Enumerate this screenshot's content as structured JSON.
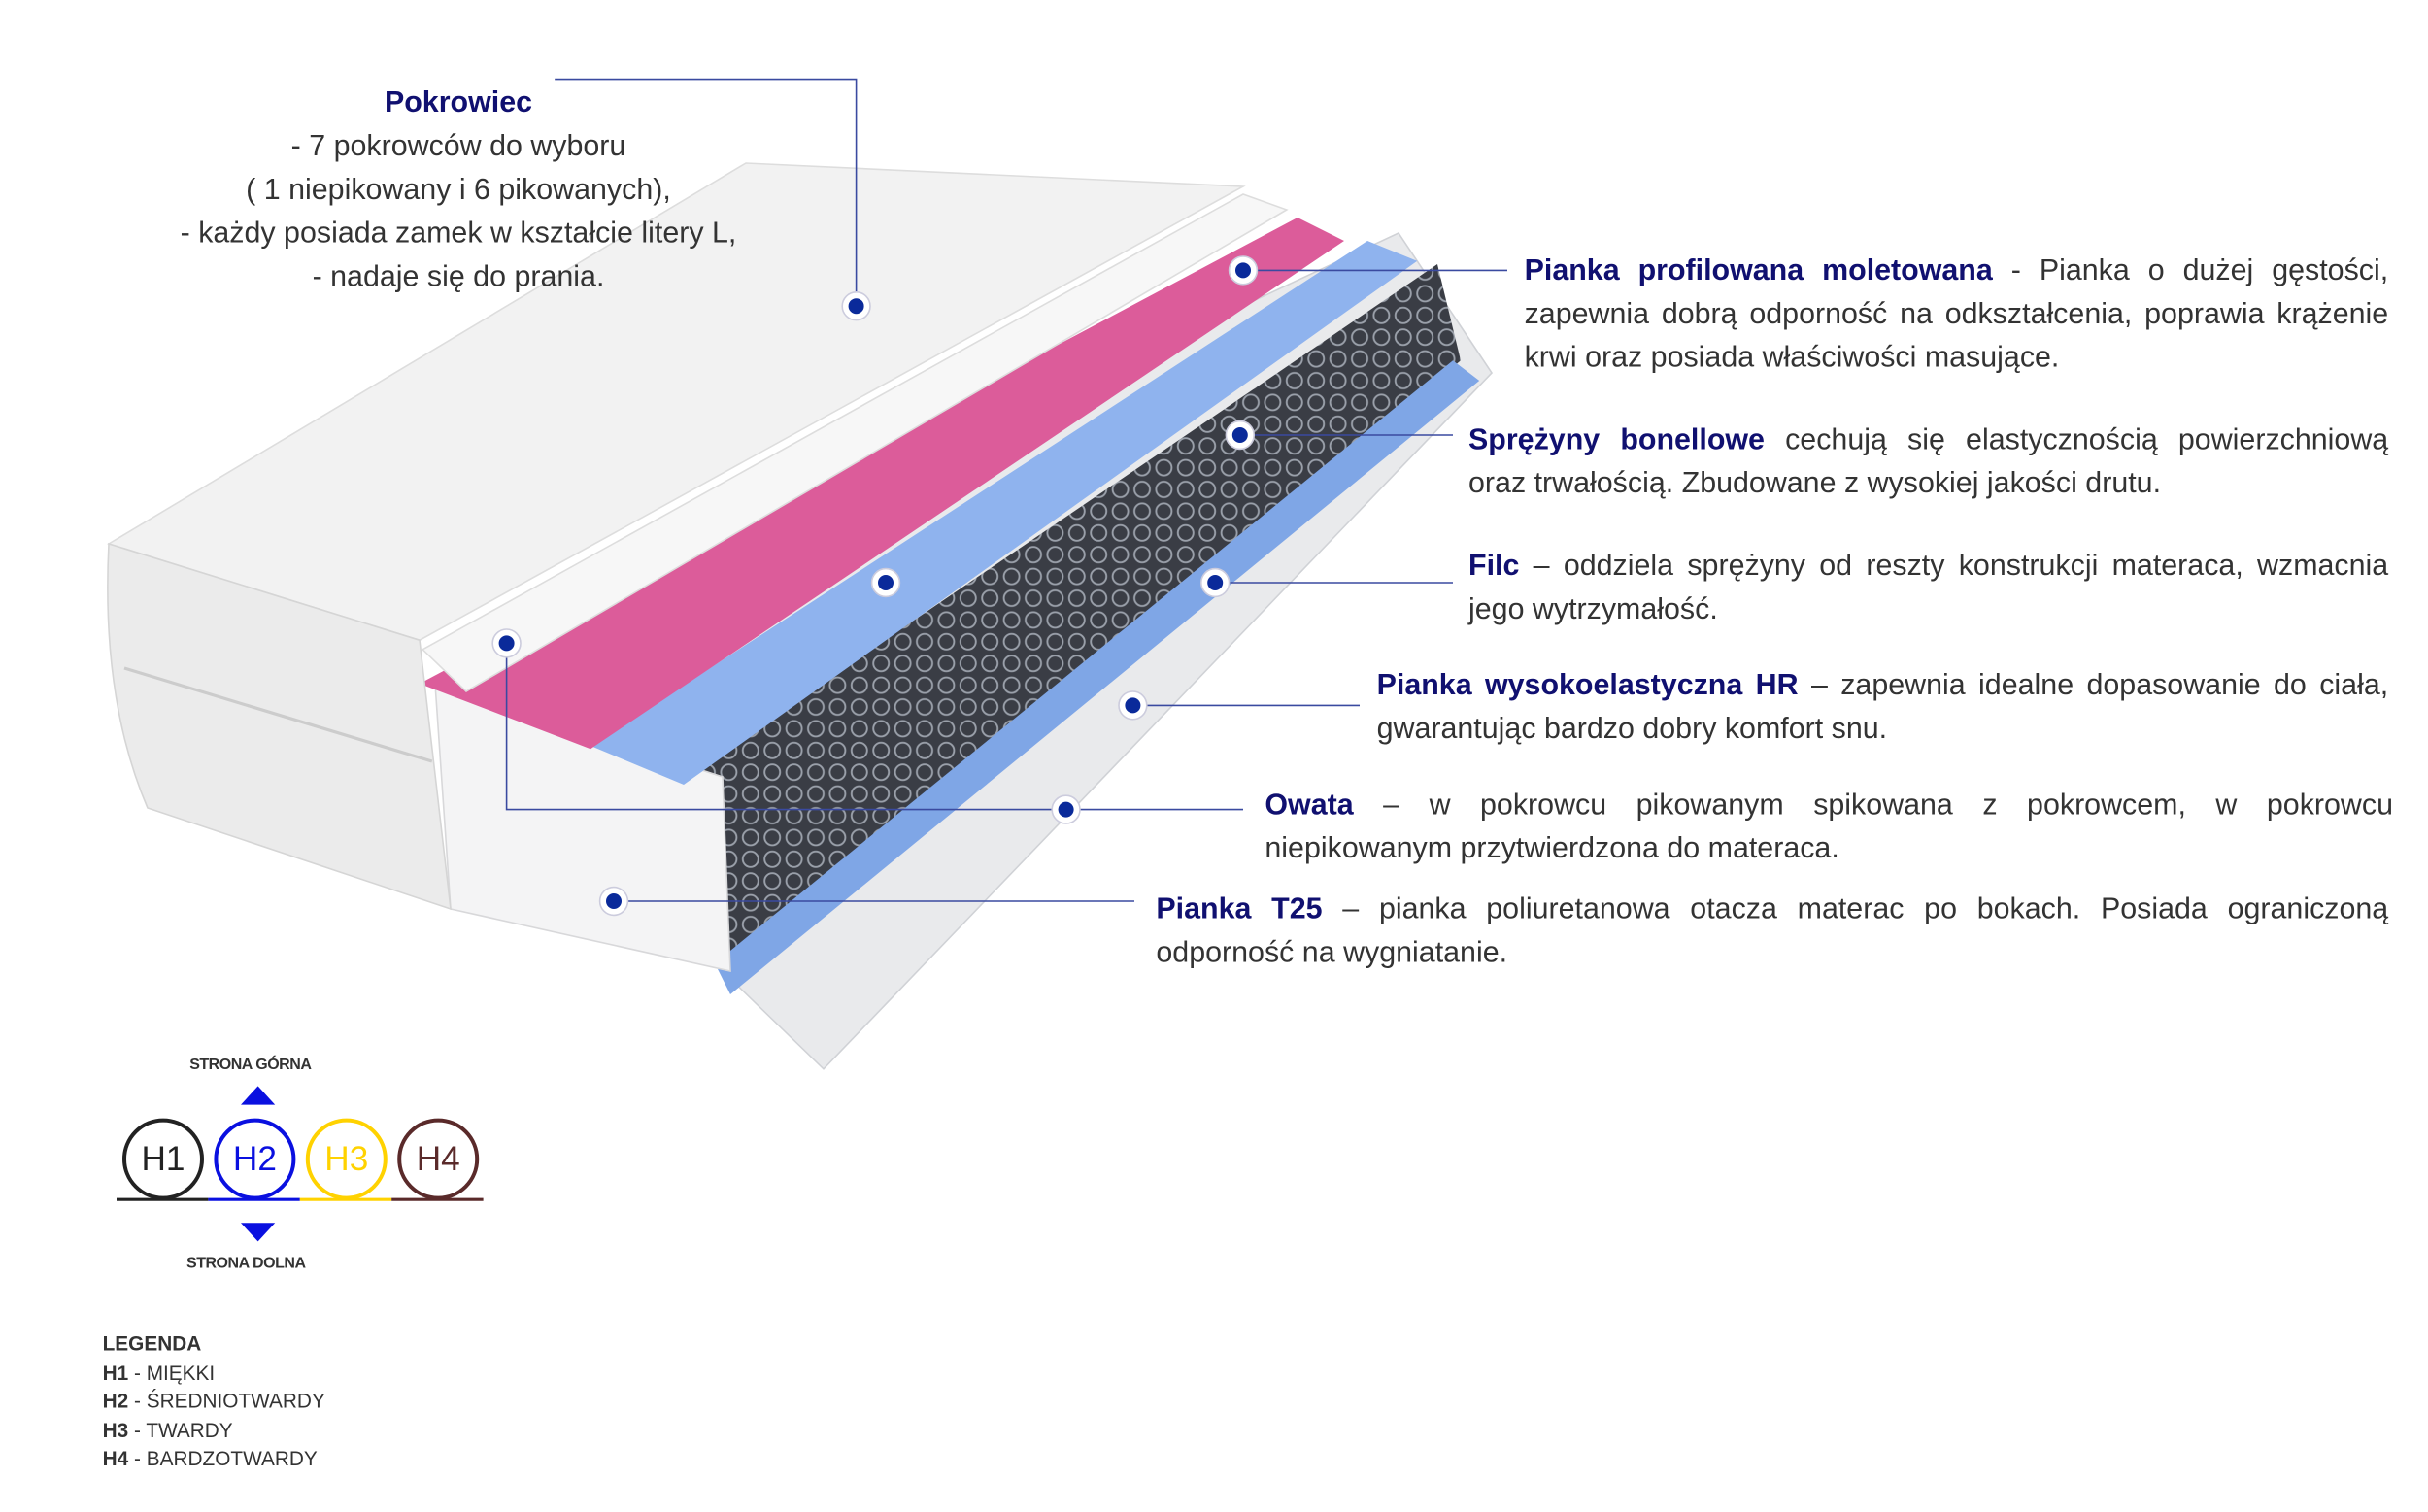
{
  "cover": {
    "title": "Pokrowiec",
    "lines": [
      "- 7 pokrowców do wyboru",
      "( 1 niepikowany i 6 pikowanych),",
      "-  każdy posiada zamek w kształcie litery L,",
      "- nadaje się do prania."
    ]
  },
  "layers": [
    {
      "name": "Pianka profilowana moletowana",
      "text": " - Pianka o dużej gęstości, zapewnia dobrą odporność na odkształcenia, poprawia krążenie krwi oraz posiada właściwości masujące."
    },
    {
      "name": "Sprężyny bonellowe",
      "text": " cechują się elastycznością powierzchniową oraz trwałością. Zbudowane z wysokiej jakości drutu."
    },
    {
      "name": "Filc",
      "text": " – oddziela sprężyny od reszty konstrukcji materaca, wzmacnia jego wytrzymałość."
    },
    {
      "name": "Pianka wysokoelastyczna HR",
      "text": " – zapewnia idealne dopasowanie do ciała, gwarantując bardzo dobry komfort snu."
    },
    {
      "name": "Owata",
      "text": " – w pokrowcu pikowanym spikowana z pokrowcem, w pokrowcu niepikowanym przytwierdzona do materaca."
    },
    {
      "name": "Pianka T25",
      "text": " – pianka poliuretanowa otacza materac po bokach. Posiada ograniczoną odporność na wygniatanie."
    }
  ],
  "hardness": {
    "top_label": "STRONA GÓRNA",
    "bottom_label": "STRONA DOLNA",
    "levels": [
      {
        "label": "H1",
        "color": "#222222"
      },
      {
        "label": "H2",
        "color": "#0a10e0"
      },
      {
        "label": "H3",
        "color": "#ffd200"
      },
      {
        "label": "H4",
        "color": "#5a2a2a"
      }
    ],
    "selected": "H2"
  },
  "legend": {
    "title": "LEGENDA",
    "items": [
      {
        "code": "H1",
        "desc": "MIĘKKI"
      },
      {
        "code": "H2",
        "desc": "ŚREDNIOTWARDY"
      },
      {
        "code": "H3",
        "desc": "TWARDY"
      },
      {
        "code": "H4",
        "desc": "BARDZOTWARDY"
      }
    ]
  },
  "colors": {
    "accent": "#101070",
    "marker": "#0a2a9a"
  }
}
